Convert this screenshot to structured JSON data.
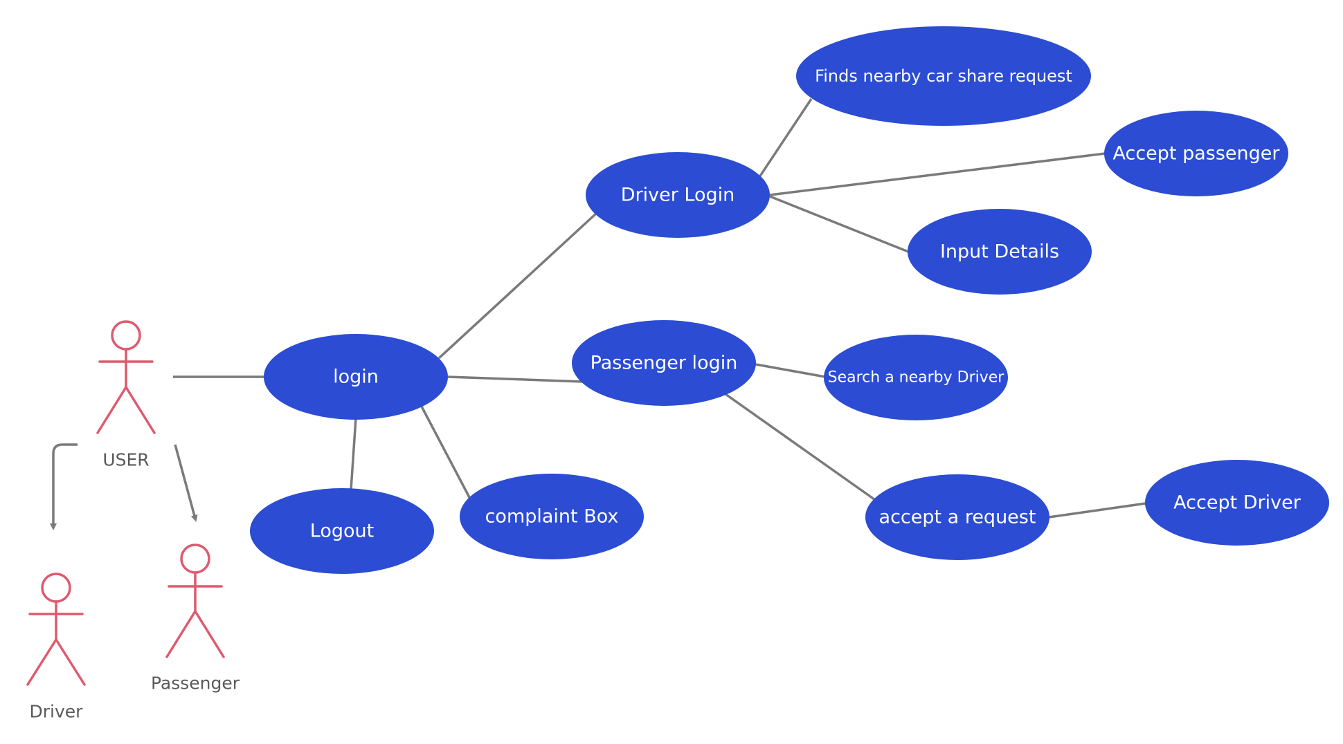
{
  "colors": {
    "usecase_fill": "#2b4cd3",
    "usecase_text": "#ffffff",
    "connector": "#7a7a7a",
    "actor": "#de5a6e",
    "actor_label": "#5a5a5a",
    "background": "#ffffff"
  },
  "actors": {
    "user": "USER",
    "driver": "Driver",
    "passenger": "Passenger"
  },
  "usecases": {
    "login": "login",
    "logout": "Logout",
    "complaint_box": "complaint Box",
    "driver_login": "Driver Login",
    "passenger_login": "Passenger login",
    "finds_nearby": "Finds nearby car share request",
    "accept_passenger": "Accept passenger",
    "input_details": "Input Details",
    "search_driver": "Search a nearby Driver",
    "accept_request": "accept a request",
    "accept_driver": "Accept Driver"
  }
}
